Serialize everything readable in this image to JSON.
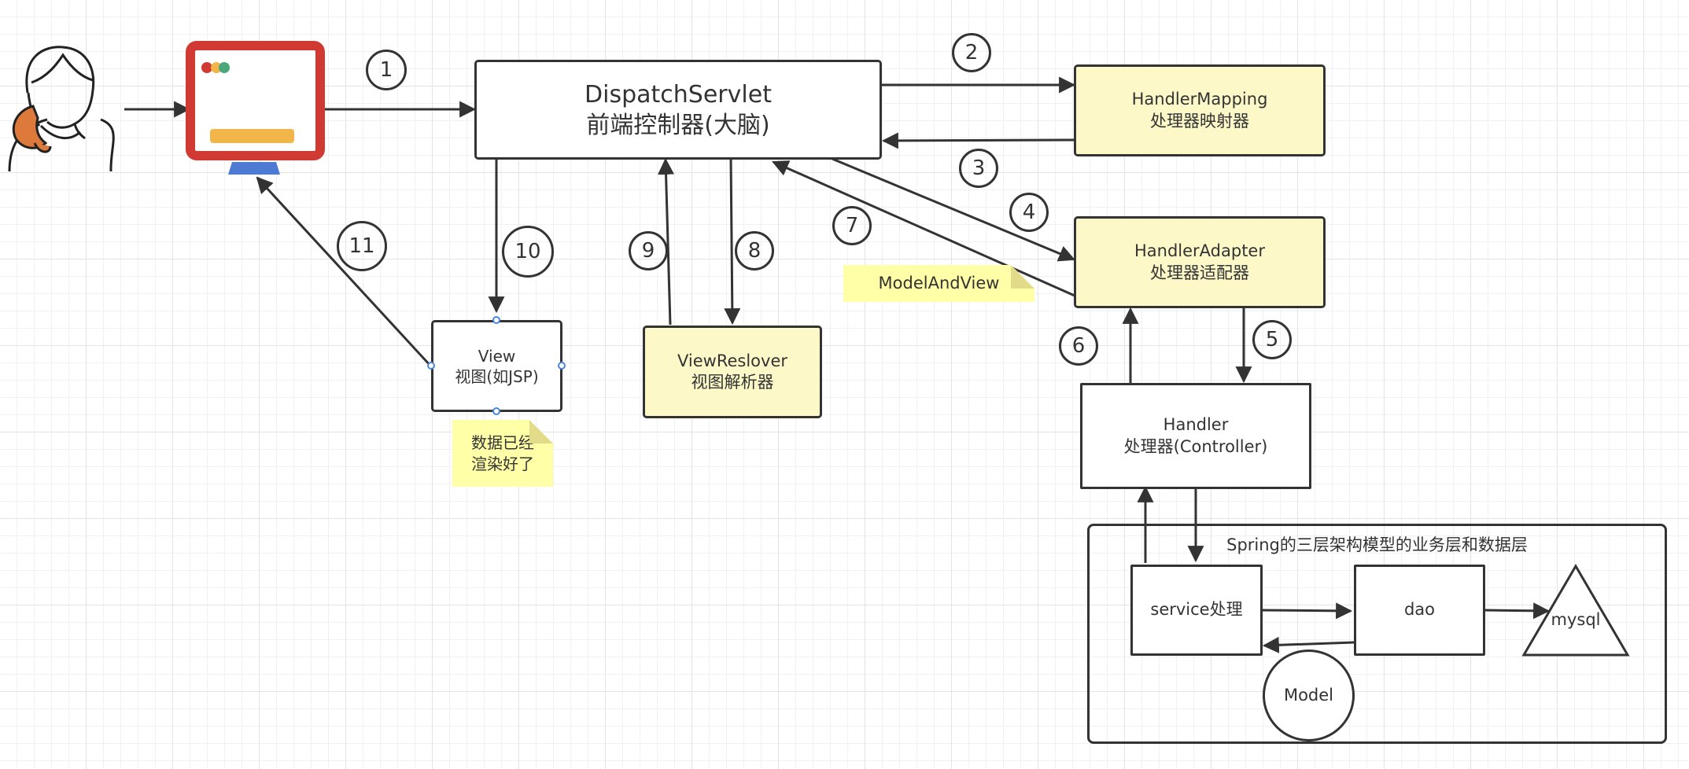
{
  "diagram": {
    "dispatcher": {
      "title": "DispatchServlet",
      "subtitle": "前端控制器(大脑)"
    },
    "handler_mapping": {
      "title": "HandlerMapping",
      "subtitle": "处理器映射器"
    },
    "handler_adapter": {
      "title": "HandlerAdapter",
      "subtitle": "处理器适配器"
    },
    "handler": {
      "title": "Handler",
      "subtitle": "处理器(Controller)"
    },
    "view_resolver": {
      "title": "ViewReslover",
      "subtitle": "视图解析器"
    },
    "view": {
      "title": "View",
      "subtitle": "视图(如JSP)"
    },
    "model_and_view_note": "ModelAndView",
    "rendered_note": {
      "line1": "数据已经",
      "line2": "渲染好了"
    },
    "spring_group": {
      "title": "Spring的三层架构模型的业务层和数据层",
      "service": "service处理",
      "dao": "dao",
      "mysql": "mysql",
      "model": "Model"
    },
    "step_numbers": [
      "1",
      "2",
      "3",
      "4",
      "5",
      "6",
      "7",
      "8",
      "9",
      "10",
      "11"
    ],
    "icons": [
      "user-icon",
      "browser-monitor-icon"
    ],
    "colors": {
      "monitor_frame": "#d13a32",
      "monitor_bar": "#f1b54a",
      "monitor_stand": "#4d7bd4",
      "hair_accent": "#dd7a3b",
      "yellow_box": "#fdf8c8",
      "note": "#ffffa8"
    }
  }
}
